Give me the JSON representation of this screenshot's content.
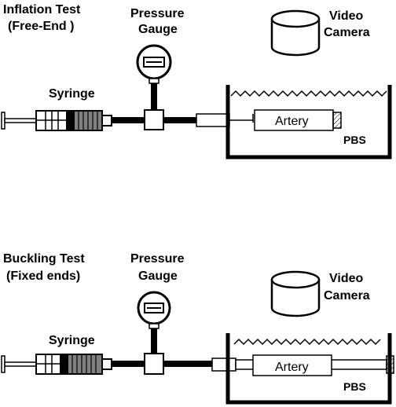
{
  "colors": {
    "ink": "#000000",
    "paper": "#ffffff",
    "plunger": "#808080"
  },
  "panels": [
    {
      "title_line1": "Inflation Test",
      "title_line2": "(Free-End )",
      "gauge_line1": "Pressure",
      "gauge_line2": "Gauge",
      "camera_line1": "Video",
      "camera_line2": "Camera",
      "syringe": "Syringe",
      "artery": "Artery",
      "bath": "PBS",
      "ends": "free"
    },
    {
      "title_line1": "Buckling Test",
      "title_line2": "(Fixed ends)",
      "gauge_line1": "Pressure",
      "gauge_line2": "Gauge",
      "camera_line1": "Video",
      "camera_line2": "Camera",
      "syringe": "Syringe",
      "artery": "Artery",
      "bath": "PBS",
      "ends": "fixed"
    }
  ]
}
